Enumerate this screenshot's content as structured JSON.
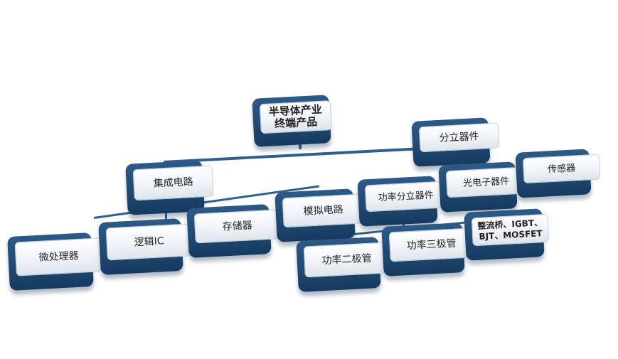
{
  "diagram": {
    "root": "半导体产业终端产品",
    "nodes": {
      "ic": "集成电路",
      "discrete": "分立器件",
      "microprocessor": "微处理器",
      "logic": "逻辑IC",
      "memory": "存储器",
      "analog": "模拟电路",
      "power_discrete": "功率分立器件",
      "optoelectronic": "光电子器件",
      "sensor": "传感器",
      "power_diode": "功率二极管",
      "power_triode": "功率三极管",
      "rectifier": "整流桥、IGBT、BJT、MOSFET"
    },
    "colors": {
      "box_base": "#1f4770",
      "box_face": "#eef2f7",
      "connector": "#2f5f8f"
    }
  }
}
